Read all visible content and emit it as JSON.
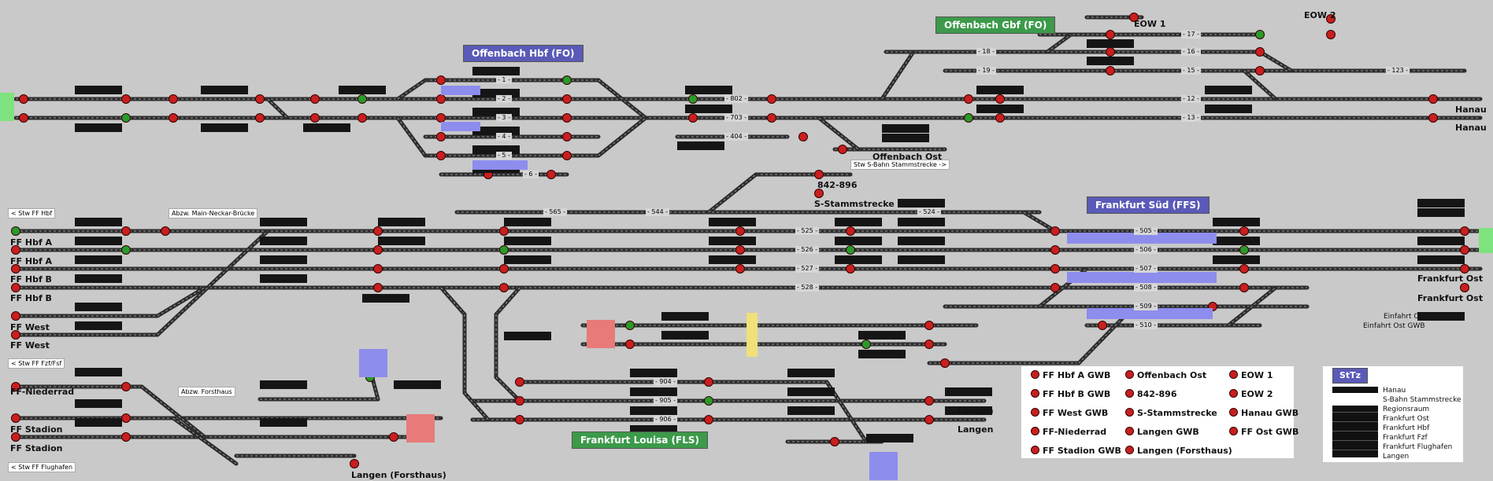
{
  "colors": {
    "background": "#c9c9c9",
    "track": "#2c2c2c",
    "signal_red": "#c81f1f",
    "signal_green": "#2a9a2a",
    "station_blue": "#5a5ab8",
    "station_green": "#3c9a4a",
    "zone_blue": "#8d8dee",
    "zone_red": "#e87a7a",
    "zone_green": "#7ee27e",
    "zone_yellow": "#f0e07a"
  },
  "stations": {
    "offenbach_hbf": "Offenbach Hbf (FO)",
    "offenbach_gbf": "Offenbach Gbf (FO)",
    "frankfurt_sued": "Frankfurt Süd (FFS)",
    "frankfurt_louisa": "Frankfurt Louisa (FLS)",
    "sttz": "StTz"
  },
  "labels": {
    "eow1": "EOW 1",
    "eow2": "EOW 2",
    "hanau_1": "Hanau",
    "hanau_2": "Hanau",
    "offenbach_ost": "Offenbach Ost",
    "n842_896": "842-896",
    "s_stammstrecke": "S-Stammstrecke",
    "ff_hbf_a_1": "FF Hbf A",
    "ff_hbf_a_2": "FF Hbf A",
    "ff_hbf_b_1": "FF Hbf B",
    "ff_hbf_b_2": "FF Hbf B",
    "ff_west_1": "FF West",
    "ff_west_2": "FF West",
    "ff_niederrad": "FF-Niederrad",
    "ff_stadion_1": "FF Stadion",
    "ff_stadion_2": "FF Stadion",
    "frankfurt_ost_1": "Frankfurt Ost",
    "frankfurt_ost_2": "Frankfurt Ost",
    "langen_1": "Langen",
    "langen_2": "Langen",
    "langen_forsthaus": "Langen (Forsthaus)",
    "einfahrt_ost": "Einfahrt Ost",
    "einfahrt_ost_gwb": "Einfahrt Ost GWB"
  },
  "tags": {
    "stw_ff_hbf": "< Stw FF Hbf",
    "abzw_main_neckar": "Abzw. Main-Neckar-Brücke",
    "stw_ff_fzf": "< Stw FF Fzf/Fsf",
    "abzw_forsthaus": "Abzw. Forsthaus",
    "stw_ff_flughafen": "< Stw FF Flughafen",
    "stw_s_bahn": "Stw S-Bahn Stammstrecke ->"
  },
  "track_numbers": [
    "1",
    "2",
    "3",
    "4",
    "5",
    "6",
    "802",
    "703",
    "404",
    "17",
    "18",
    "19",
    "16",
    "15",
    "123",
    "12",
    "13",
    "565",
    "544",
    "524",
    "525",
    "526",
    "527",
    "528",
    "505",
    "506",
    "507",
    "508",
    "509",
    "510",
    "904",
    "905",
    "906"
  ],
  "legend": {
    "items": [
      "FF Hbf A GWB",
      "Offenbach Ost",
      "EOW 1",
      "FF Hbf B GWB",
      "842-896",
      "EOW 2",
      "FF West GWB",
      "S-Stammstrecke",
      "Hanau GWB",
      "FF-Niederrad",
      "Langen GWB",
      "FF Ost GWB",
      "FF Stadion GWB",
      "Langen (Forsthaus)"
    ]
  },
  "sttz_legend": {
    "items": [
      "Hanau",
      "S-Bahn Stammstrecke",
      "Regionsraum",
      "Frankfurt Ost",
      "Frankfurt Hbf",
      "Frankfurt Fzf",
      "Frankfurt Flughafen",
      "Langen"
    ]
  }
}
